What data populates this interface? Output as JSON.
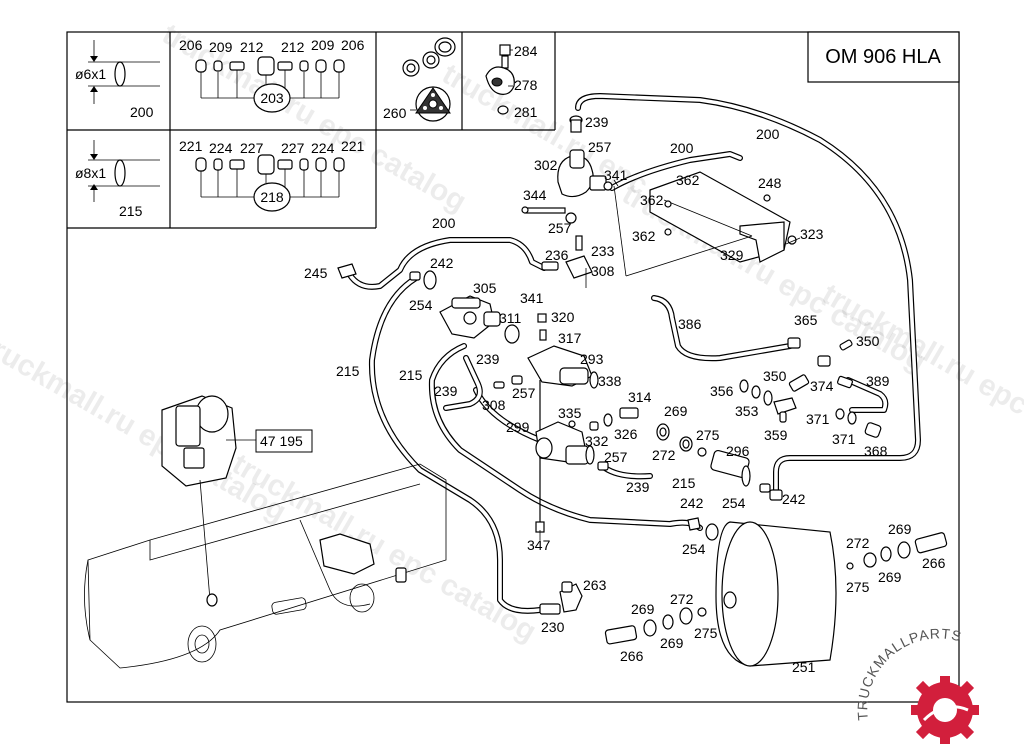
{
  "header": {
    "engine_label": "OM 906 HLA"
  },
  "inset_boxes": {
    "pipe_6": {
      "dimension": "ø6x1",
      "part": "200"
    },
    "pipe_8": {
      "dimension": "ø8x1",
      "part": "215"
    },
    "fittings_203": {
      "top_labels": [
        "206",
        "209",
        "212",
        "212",
        "209",
        "206"
      ],
      "group": "203"
    },
    "fittings_218": {
      "top_labels": [
        "221",
        "224",
        "227",
        "227",
        "224",
        "221"
      ],
      "group": "218"
    },
    "seal_260": {
      "part": "260"
    },
    "clamp_box": {
      "labels": [
        "284",
        "278",
        "281"
      ]
    }
  },
  "callouts": {
    "c239a": "239",
    "c257a": "257",
    "c302": "302",
    "c341a": "341",
    "c200a": "200",
    "c200b": "200",
    "c362a": "362",
    "c248": "248",
    "c362b": "362",
    "c344": "344",
    "c257b": "257",
    "c362c": "362",
    "c323": "323",
    "c236": "236",
    "c233": "233",
    "c308a": "308",
    "c329": "329",
    "c200c": "200",
    "c242a": "242",
    "c245": "245",
    "c305": "305",
    "c254a": "254",
    "c341b": "341",
    "c320": "320",
    "c311": "311",
    "c317": "317",
    "c386": "386",
    "c365": "365",
    "c350a": "350",
    "c215a": "215",
    "c215b": "215",
    "c239b": "239",
    "c293": "293",
    "c350b": "350",
    "c374": "374",
    "c389": "389",
    "c239c": "239",
    "c308b": "308",
    "c257c": "257",
    "c338": "338",
    "c356": "356",
    "c353": "353",
    "c314": "314",
    "c371a": "371",
    "c335": "335",
    "c269a": "269",
    "c299": "299",
    "c332": "332",
    "c326": "326",
    "c359": "359",
    "c371b": "371",
    "c275a": "275",
    "c368": "368",
    "c272a": "272",
    "c296": "296",
    "c257d": "257",
    "c239d": "239",
    "c215c": "215",
    "c254b": "254",
    "c242b": "242",
    "c242c": "242",
    "c47195": "47 195",
    "c347": "347",
    "c254c": "254",
    "c269b": "269",
    "c272b": "272",
    "c263": "263",
    "c275b": "275",
    "c269c": "269",
    "c266a": "266",
    "c230": "230",
    "c269d": "269",
    "c272c": "272",
    "c269e": "269",
    "c275c": "275",
    "c266b": "266",
    "c251": "251"
  },
  "watermarks": [
    "truckmall.ru epc catalog",
    "truckmall.ru epc catalog",
    "truckmall.ru epc catalog",
    "truckmall.ru epc catalog",
    "truckmall.ru epc catalog",
    "truckmall.ru epc catalog"
  ],
  "logo": {
    "text": "TRUCKMALLPARTS"
  }
}
